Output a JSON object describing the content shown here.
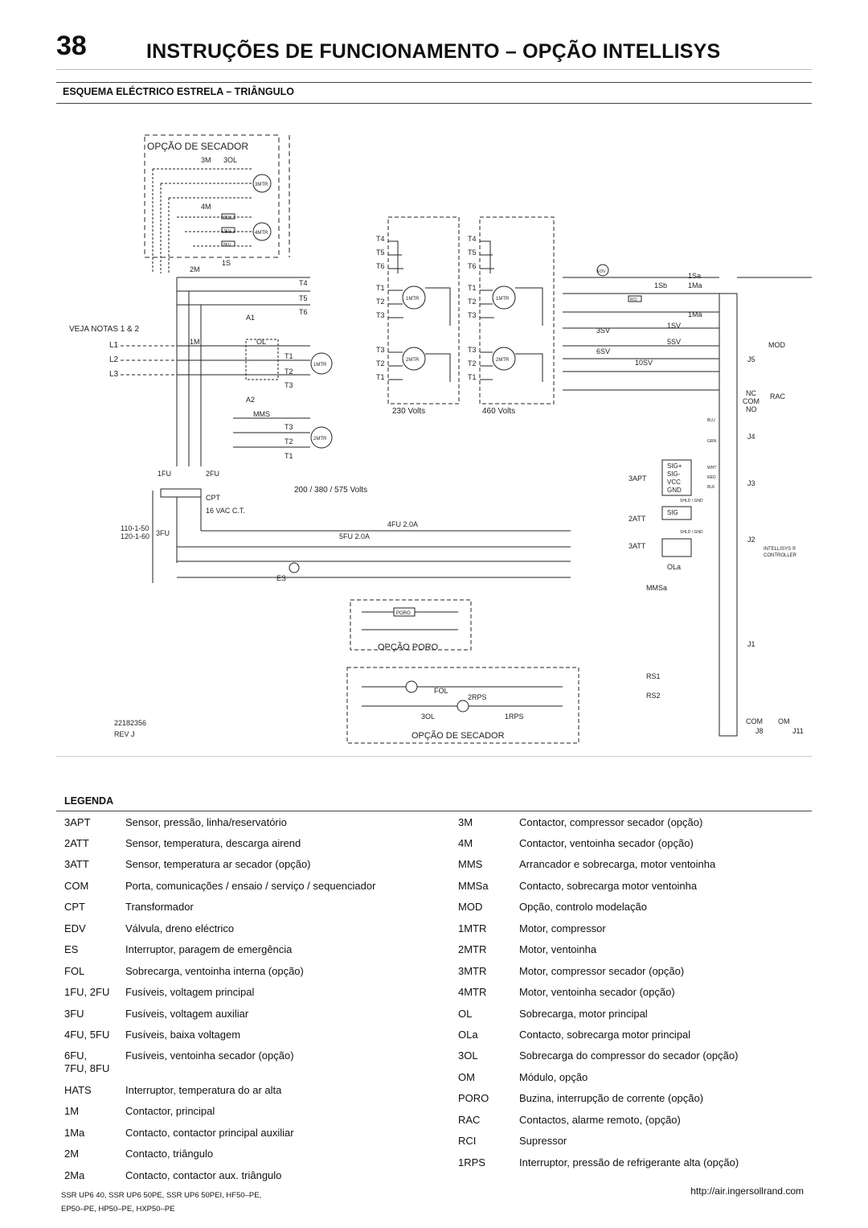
{
  "header": {
    "page_number": "38",
    "title": "INSTRUÇÕES DE FUNCIONAMENTO – OPÇÃO INTELLISYS"
  },
  "section_title": "ESQUEMA ELÉCTRICO ESTRELA – TRIÂNGULO",
  "diagram": {
    "dryer_option_top": "OPÇÃO DE SECADOR",
    "see_notes": "VEJA NOTAS 1 & 2",
    "v230": "230 Volts",
    "v460": "460 Volts",
    "v_main": "200 / 380 / 575 Volts",
    "cpt": "CPT",
    "cpt_desc": "16 VAC C.T.",
    "fu4": "4FU 2.0A",
    "fu5": "5FU 2.0A",
    "v110": "110-1-50",
    "v120": "120-1-60",
    "drawing_no": "22182356",
    "rev": "REV J",
    "poro_option": "OPÇÃO PORO",
    "dryer_option_bottom": "OPÇÃO DE SECADOR",
    "controller": "INTELLISYS ®",
    "controller2": "CONTROLLER",
    "labels": {
      "m3": "3M",
      "ol3": "3OL",
      "m4": "4M",
      "mtr3": "3MTR",
      "mtr4": "4MTR",
      "fu6": "6FU",
      "fu7": "7FU",
      "fu8": "8FU",
      "m2": "2M",
      "s1": "1S",
      "m1": "1M",
      "a1": "A1",
      "a2": "A2",
      "ol": "OL",
      "mms": "MMS",
      "mtr1": "1MTR",
      "mtr2": "2MTR",
      "fu1": "1FU",
      "fu2": "2FU",
      "fu3": "3FU",
      "es": "ES",
      "l1": "L1",
      "l2": "L2",
      "l3": "L3",
      "t1": "T1",
      "t2": "T2",
      "t3": "T3",
      "t4": "T4",
      "t5": "T5",
      "t6": "T6",
      "edv": "EDV",
      "rci": "RCI",
      "sv3": "3SV",
      "sv5": "5SV",
      "sv6": "6SV",
      "sv10": "10SV",
      "sv1": "1SV",
      "sa1": "1Sa",
      "sb1": "1Sb",
      "ma1": "1Ma",
      "mod": "MOD",
      "rac": "RAC",
      "nc": "NC",
      "com": "COM",
      "no": "NO",
      "j1": "J1",
      "j2": "J2",
      "j3": "J3",
      "j4": "J4",
      "j5": "J5",
      "j8": "J8",
      "j11": "J11",
      "apt3": "3APT",
      "att2": "2ATT",
      "att3": "3ATT",
      "sigp": "SIG+",
      "sigm": "SIG-",
      "vcc": "VCC",
      "gnd": "GND",
      "sig": "SIG",
      "shld": "SHLD / GND",
      "ola": "OLa",
      "mmsa": "MMSa",
      "rs1": "RS1",
      "rs2": "RS2",
      "om": "OM",
      "poro": "PORO",
      "fol": "FOL",
      "rps2": "2RPS",
      "rps1": "1RPS",
      "blu": "BLU",
      "grn": "GRN",
      "wht": "WHT",
      "red": "RED",
      "blk": "BLK"
    }
  },
  "legend": {
    "heading": "LEGENDA",
    "left": [
      {
        "code": "3APT",
        "desc": "Sensor, pressão, linha/reservatório"
      },
      {
        "code": "2ATT",
        "desc": "Sensor, temperatura, descarga airend"
      },
      {
        "code": "3ATT",
        "desc": "Sensor, temperatura ar secador (opção)"
      },
      {
        "code": "COM",
        "desc": "Porta, comunicações / ensaio / serviço / sequenciador"
      },
      {
        "code": "CPT",
        "desc": "Transformador"
      },
      {
        "code": "EDV",
        "desc": "Válvula, dreno eléctrico"
      },
      {
        "code": "ES",
        "desc": "Interruptor, paragem de emergência"
      },
      {
        "code": "FOL",
        "desc": "Sobrecarga, ventoinha interna (opção)"
      },
      {
        "code": "1FU, 2FU",
        "desc": "Fusíveis, voltagem principal"
      },
      {
        "code": "3FU",
        "desc": "Fusíveis, voltagem auxiliar"
      },
      {
        "code": "4FU, 5FU",
        "desc": "Fusíveis, baixa voltagem"
      },
      {
        "code": "6FU,\n7FU, 8FU",
        "desc": "Fusíveis, ventoinha secador (opção)"
      },
      {
        "code": "HATS",
        "desc": "Interruptor, temperatura do ar alta"
      },
      {
        "code": "1M",
        "desc": "Contactor, principal"
      },
      {
        "code": "1Ma",
        "desc": "Contacto, contactor principal auxiliar"
      },
      {
        "code": "2M",
        "desc": "Contacto, triângulo"
      },
      {
        "code": "2Ma",
        "desc": "Contacto, contactor aux. triângulo"
      }
    ],
    "right": [
      {
        "code": "3M",
        "desc": "Contactor, compressor secador (opção)"
      },
      {
        "code": "4M",
        "desc": "Contactor, ventoinha secador (opção)"
      },
      {
        "code": "MMS",
        "desc": "Arrancador e sobrecarga, motor ventoinha"
      },
      {
        "code": "MMSa",
        "desc": "Contacto, sobrecarga motor ventoinha"
      },
      {
        "code": "MOD",
        "desc": "Opção, controlo modelação"
      },
      {
        "code": "1MTR",
        "desc": "Motor, compressor"
      },
      {
        "code": "2MTR",
        "desc": "Motor, ventoinha"
      },
      {
        "code": "3MTR",
        "desc": "Motor, compressor secador (opção)"
      },
      {
        "code": "4MTR",
        "desc": "Motor, ventoinha secador (opção)"
      },
      {
        "code": "OL",
        "desc": "Sobrecarga, motor principal"
      },
      {
        "code": "OLa",
        "desc": "Contacto, sobrecarga motor principal"
      },
      {
        "code": "3OL",
        "desc": "Sobrecarga do compressor do secador (opção)"
      },
      {
        "code": "OM",
        "desc": "Módulo, opção"
      },
      {
        "code": "PORO",
        "desc": "Buzina, interrupção de corrente (opção)"
      },
      {
        "code": "RAC",
        "desc": "Contactos, alarme remoto, (opção)"
      },
      {
        "code": "RCI",
        "desc": "Supressor"
      },
      {
        "code": "1RPS",
        "desc": "Interruptor, pressão de refrigerante alta (opção)"
      }
    ]
  },
  "footer": {
    "models_line1": "SSR UP6 40, SSR UP6 50PE, SSR UP6 50PEI, HF50–PE,",
    "models_line2": "EP50–PE, HP50–PE, HXP50–PE",
    "url": "http://air.ingersollrand.com"
  }
}
